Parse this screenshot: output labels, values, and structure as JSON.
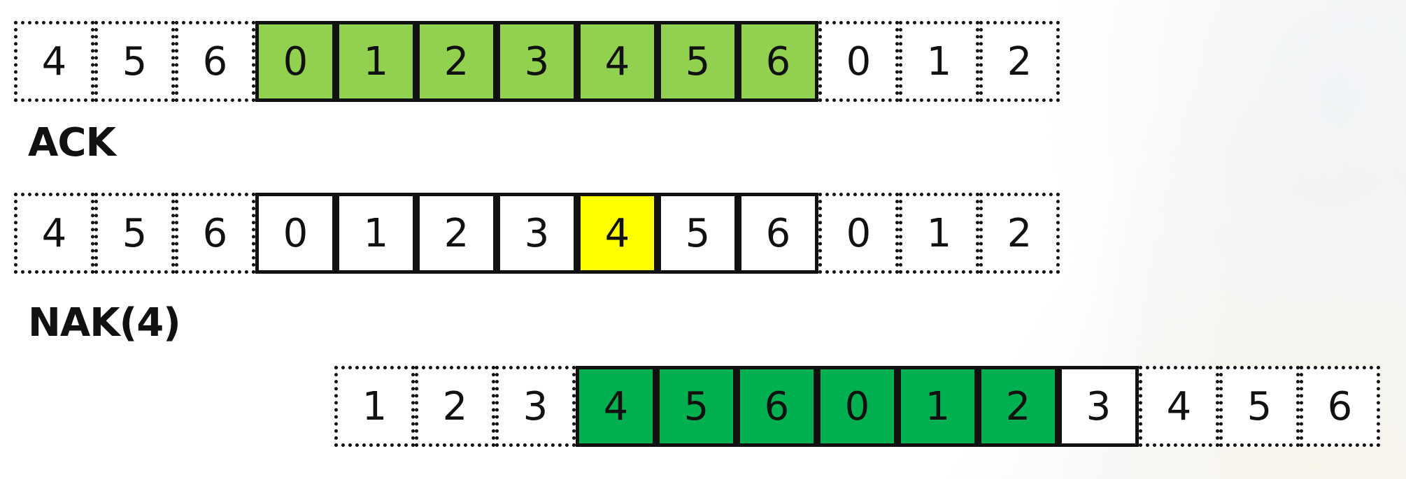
{
  "rows": [
    {
      "cells": [
        {
          "value": "4",
          "style": "dotted",
          "fill": "white"
        },
        {
          "value": "5",
          "style": "dotted",
          "fill": "white"
        },
        {
          "value": "6",
          "style": "dotted",
          "fill": "white"
        },
        {
          "value": "0",
          "style": "solid",
          "fill": "green-light"
        },
        {
          "value": "1",
          "style": "solid",
          "fill": "green-light"
        },
        {
          "value": "2",
          "style": "solid",
          "fill": "green-light"
        },
        {
          "value": "3",
          "style": "solid",
          "fill": "green-light"
        },
        {
          "value": "4",
          "style": "solid",
          "fill": "green-light"
        },
        {
          "value": "5",
          "style": "solid",
          "fill": "green-light"
        },
        {
          "value": "6",
          "style": "solid",
          "fill": "green-light"
        },
        {
          "value": "0",
          "style": "dotted",
          "fill": "white"
        },
        {
          "value": "1",
          "style": "dotted",
          "fill": "white"
        },
        {
          "value": "2",
          "style": "dotted",
          "fill": "white"
        }
      ]
    },
    {
      "cells": [
        {
          "value": "4",
          "style": "dotted",
          "fill": "white"
        },
        {
          "value": "5",
          "style": "dotted",
          "fill": "white"
        },
        {
          "value": "6",
          "style": "dotted",
          "fill": "white"
        },
        {
          "value": "0",
          "style": "solid",
          "fill": "white"
        },
        {
          "value": "1",
          "style": "solid",
          "fill": "white"
        },
        {
          "value": "2",
          "style": "solid",
          "fill": "white"
        },
        {
          "value": "3",
          "style": "solid",
          "fill": "white"
        },
        {
          "value": "4",
          "style": "solid",
          "fill": "yellow"
        },
        {
          "value": "5",
          "style": "solid",
          "fill": "white"
        },
        {
          "value": "6",
          "style": "solid",
          "fill": "white"
        },
        {
          "value": "0",
          "style": "dotted",
          "fill": "white"
        },
        {
          "value": "1",
          "style": "dotted",
          "fill": "white"
        },
        {
          "value": "2",
          "style": "dotted",
          "fill": "white"
        }
      ]
    },
    {
      "cells": [
        {
          "value": "1",
          "style": "dotted",
          "fill": "white"
        },
        {
          "value": "2",
          "style": "dotted",
          "fill": "white"
        },
        {
          "value": "3",
          "style": "dotted",
          "fill": "white"
        },
        {
          "value": "4",
          "style": "solid",
          "fill": "green-dark"
        },
        {
          "value": "5",
          "style": "solid",
          "fill": "green-dark"
        },
        {
          "value": "6",
          "style": "solid",
          "fill": "green-dark"
        },
        {
          "value": "0",
          "style": "solid",
          "fill": "green-dark"
        },
        {
          "value": "1",
          "style": "solid",
          "fill": "green-dark"
        },
        {
          "value": "2",
          "style": "solid",
          "fill": "green-dark"
        },
        {
          "value": "3",
          "style": "solid",
          "fill": "white"
        },
        {
          "value": "4",
          "style": "dotted",
          "fill": "white"
        },
        {
          "value": "5",
          "style": "dotted",
          "fill": "white"
        },
        {
          "value": "6",
          "style": "dotted",
          "fill": "white"
        }
      ]
    }
  ],
  "labels": {
    "ack": "ACK",
    "nak": "NAK(4)"
  },
  "colors": {
    "green_light": "#92d050",
    "green_dark": "#00b050",
    "yellow": "#ffff00",
    "border": "#111111"
  }
}
